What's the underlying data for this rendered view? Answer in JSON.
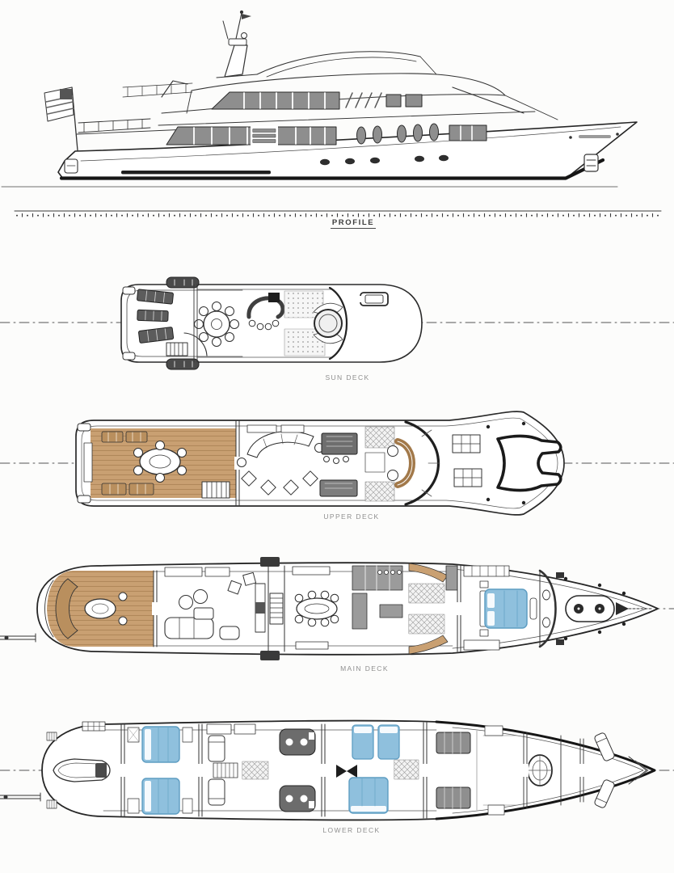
{
  "sheet": {
    "title": "Motor yacht general arrangement drawing",
    "background": "#fcfcfb",
    "colors": {
      "ink": "#2b2b2b",
      "ink_light": "#6f6f6f",
      "window_gray": "#8e8e8e",
      "teak": "#c9a072",
      "teak_dark": "#a2794a",
      "bed_blue": "#8fc0dd",
      "bed_blue_dark": "#5e9dc2",
      "label_gray": "#8f8f8f",
      "profile_label_color": "#3c3c3c"
    },
    "views": {
      "profile": {
        "label": "PROFILE",
        "features": [
          "hull",
          "superstructure",
          "radar-mast",
          "ensign-flag",
          "window-bands",
          "portholes",
          "boot-stripe",
          "scale-ruler",
          "anchor-pocket"
        ]
      },
      "sun_deck": {
        "label": "SUN DECK",
        "features": [
          "sun-loungers",
          "liferafts",
          "round-dining-table",
          "bar-counter",
          "jacuzzi",
          "stairs",
          "vent-hatch",
          "centerline"
        ]
      },
      "upper_deck": {
        "label": "UPPER DECK",
        "features": [
          "teak-aft-deck",
          "oval-table",
          "loungers",
          "skylounge-sofa",
          "bar",
          "wheelhouse-windshield",
          "helm-console",
          "foredeck-hatches",
          "bow-fairlead",
          "centerline"
        ]
      },
      "main_deck": {
        "label": "MAIN DECK",
        "features": [
          "aft-deck-sofa",
          "salon",
          "dining-table",
          "stair-lobby",
          "galley",
          "master-cabin-bed",
          "master-bath",
          "anchor-windlass",
          "passerelle",
          "centerline"
        ]
      },
      "lower_deck": {
        "label": "LOWER DECK",
        "features": [
          "tender-garage",
          "crew-cabins",
          "guest-twin-beds",
          "guest-double-beds",
          "bathrooms",
          "engine-room",
          "spiral-stair",
          "forepeak-bunks",
          "chain-locker",
          "propeller-shaft",
          "centerline"
        ]
      }
    }
  }
}
